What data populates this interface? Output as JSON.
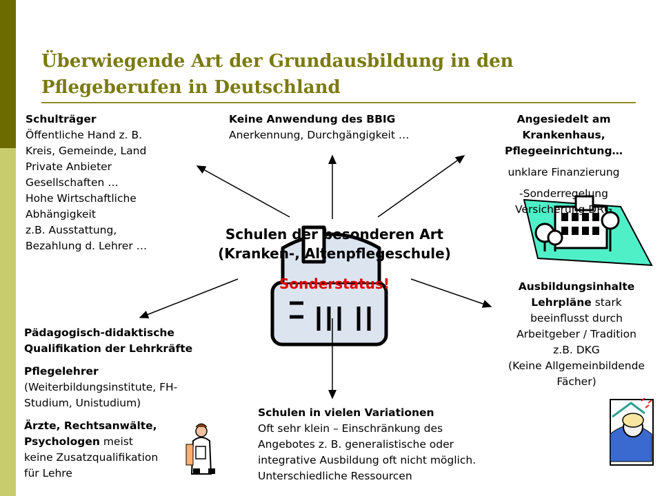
{
  "title": "Überwiegende Art der Grundausbildung in den Pflegeberufen in Deutschland",
  "center": {
    "line1": "Schulen der besonderen Art",
    "line2": "(Kranken-, Altenpflegeschule)",
    "status": "Sonderstatus!"
  },
  "top_left": {
    "heading": "Schulträger",
    "lines": [
      "Öffentliche Hand z. B.",
      "Kreis, Gemeinde, Land",
      "Private Anbieter",
      "Gesellschaften …",
      "Hohe Wirtschaftliche",
      "Abhängigkeit",
      "z.B. Ausstattung,",
      "Bezahlung d. Lehrer …"
    ]
  },
  "top_center": {
    "heading": "Keine Anwendung des BBIG",
    "line": "Anerkennung, Durchgängigkeit …"
  },
  "top_right": {
    "heading_lines": [
      "Angesiedelt am",
      "Krankenhaus,",
      "Pflegeeinrichtung…"
    ],
    "line1": "unklare Finanzierung",
    "line2": "-Sonderregelung",
    "line3": "Versicherung DRG"
  },
  "right": {
    "heading1": "Ausbildungsinhalte",
    "heading2": "Lehrpläne",
    "heading2_suffix": " stark",
    "lines": [
      "beeinflusst durch",
      "Arbeitgeber / Tradition",
      "z.B. DKG",
      "(Keine Allgemeinbildende",
      "Fächer)"
    ]
  },
  "bottom_left": {
    "heading_lines": [
      "Pädagogisch-didaktische",
      "Qualifikation der Lehrkräfte"
    ],
    "sub_heading": "Pflegelehrer",
    "sub_lines": [
      "(Weiterbildungsinstitute, FH-",
      "Studium, Unistudium)"
    ],
    "doctors_bold1": "Ärzte, Rechtsanwälte,",
    "doctors_bold2": "Psychologen",
    "doctors_suffix": " meist",
    "doctors_lines": [
      "keine Zusatzqualifikation",
      "für Lehre"
    ]
  },
  "bottom_center": {
    "heading": "Schulen in vielen Variationen",
    "lines": [
      "Oft sehr klein – Einschränkung des",
      "Angebotes z. B. generalistische oder",
      "integrative Ausbildung oft nicht möglich.",
      "Unterschiedliche Ressourcen"
    ]
  },
  "colors": {
    "sidebar_dark": "#6b6b00",
    "sidebar_light": "#c8cc6c",
    "title": "#7a7a10",
    "status_red": "#e00000"
  },
  "icons": [
    "hospital-clipart",
    "school-building-clipart",
    "nurse-clipart",
    "brain-head-clipart"
  ]
}
